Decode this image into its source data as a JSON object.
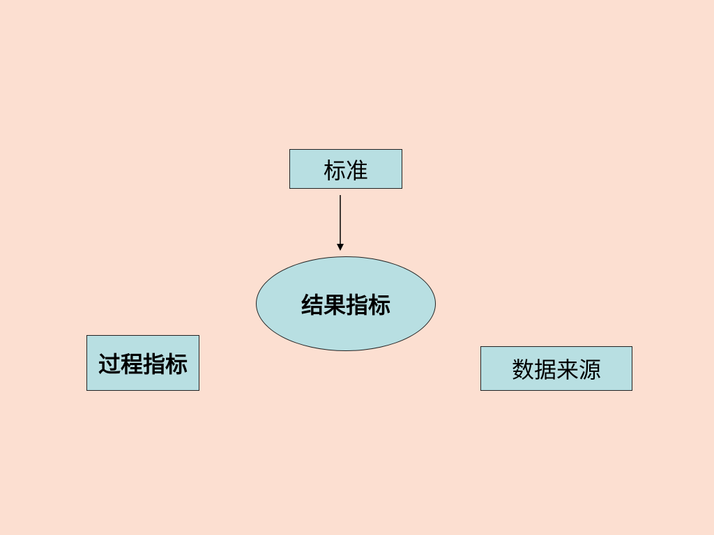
{
  "nodes": {
    "standard": "标准",
    "result_indicator": "结果指标",
    "process_indicator": "过程指标",
    "data_source": "数据来源"
  },
  "colors": {
    "background": "#fcdfd1",
    "node_fill": "#b8dfe2",
    "border": "#222222"
  }
}
